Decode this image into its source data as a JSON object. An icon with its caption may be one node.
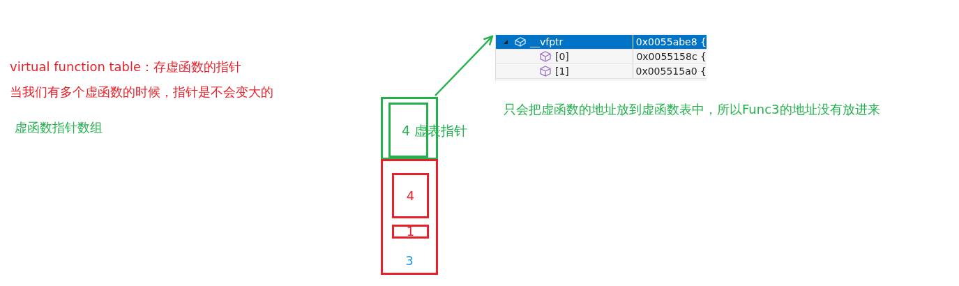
{
  "diagram": {
    "nodes": [
      {
        "text": [],
        "shape": "box"
      },
      {
        "text": [],
        "shape": "box",
        "in": 0
      },
      {
        "text": [
          "__vfptr",
          "0x0055abe8 {",
          "[0]",
          "0x0055158c {",
          "[1]",
          "0x005515a0 {"
        ]
      },
      {
        "text": [
          "3"
        ]
      },
      {
        "text": [
          "4"
        ],
        "in": 3
      },
      {
        "text": [
          "1"
        ],
        "in": 3
      }
    ],
    "edges": [
      {
        "from": 0,
        "to": 2,
        "arrow": "to",
        "color": "#22b14c"
      }
    ],
    "labels": [
      "virtual function table：存虚函数的指针",
      "当我们有多个虚函数的时候，指针是不会变大的",
      "虚函数指针数组",
      "4 虚表指针",
      "只会把虚函数的地址放到虚函数表中，所以Func3的地址没有放进来"
    ]
  }
}
